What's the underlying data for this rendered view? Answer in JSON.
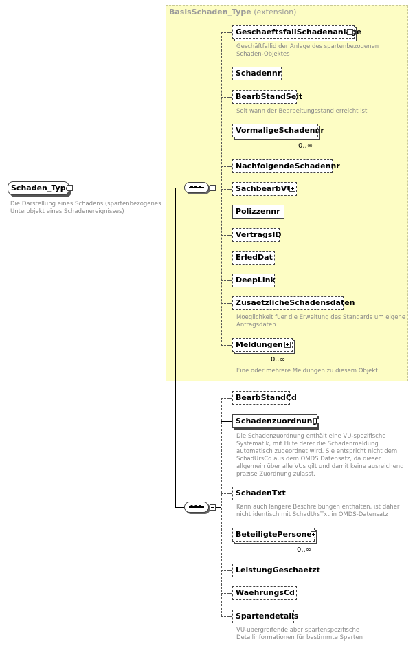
{
  "root": {
    "name": "Schaden_Type",
    "desc": [
      "Die Darstellung eines Schadens (spartenbezogenes",
      "Unterobjekt eines Schadenereignisses)"
    ]
  },
  "extension": {
    "name": "BasisSchaden_Type",
    "suffix": "(extension)"
  },
  "elements": [
    {
      "name": "GeschaeftsfallSchadenanlage",
      "desc": [
        "Geschäftfallid der Anlage des spartenbezogenen",
        "Schaden-Objektes"
      ]
    },
    {
      "name": "Schadennr"
    },
    {
      "name": "BearbStandSeit",
      "desc": [
        "Seit wann der Bearbeitungsstand erreicht ist"
      ]
    },
    {
      "name": "VormaligeSchadennr",
      "card": "0..∞"
    },
    {
      "name": "NachfolgendeSchadennr"
    },
    {
      "name": "SachbearbVU"
    },
    {
      "name": "Polizzennr"
    },
    {
      "name": "VertragsID"
    },
    {
      "name": "ErledDat"
    },
    {
      "name": "DeepLink"
    },
    {
      "name": "ZusaetzlicheSchadensdaten",
      "desc": [
        "Moeglichkeit fuer die Erweitung des Standards um eigene",
        "Antragsdaten"
      ]
    },
    {
      "name": "Meldungen",
      "card": "0..∞",
      "desc": [
        "Eine oder mehrere Meldungen zu diesem Objekt"
      ]
    },
    {
      "name": "BearbStandCd"
    },
    {
      "name": "Schadenzuordnung",
      "desc": [
        "Die Schadenzuordnung enthält eine VU-spezifische",
        "Systematik, mit Hilfe derer die Schadenmeldung",
        "automatisch zugeordnet wird. Sie entspricht nicht dem",
        "SchadUrsCd aus dem OMDS Datensatz, da dieser",
        "allgemein über alle VUs gilt und damit keine ausreichend",
        "präzise  Zuordnung zulässt."
      ]
    },
    {
      "name": "SchadenTxt",
      "desc": [
        "Kann auch längere Beschreibungen enthalten, ist daher",
        "nicht identisch mit SchadUrsTxt in OMDS-Datensatz"
      ]
    },
    {
      "name": "BeteiligtePersonen",
      "card": "0..∞"
    },
    {
      "name": "LeistungGeschaetzt"
    },
    {
      "name": "WaehrungsCd"
    },
    {
      "name": "Spartendetails",
      "desc": [
        "VU-übergreifende aber spartenspezifische",
        "Detailinformationen für bestimmte Sparten"
      ]
    }
  ]
}
